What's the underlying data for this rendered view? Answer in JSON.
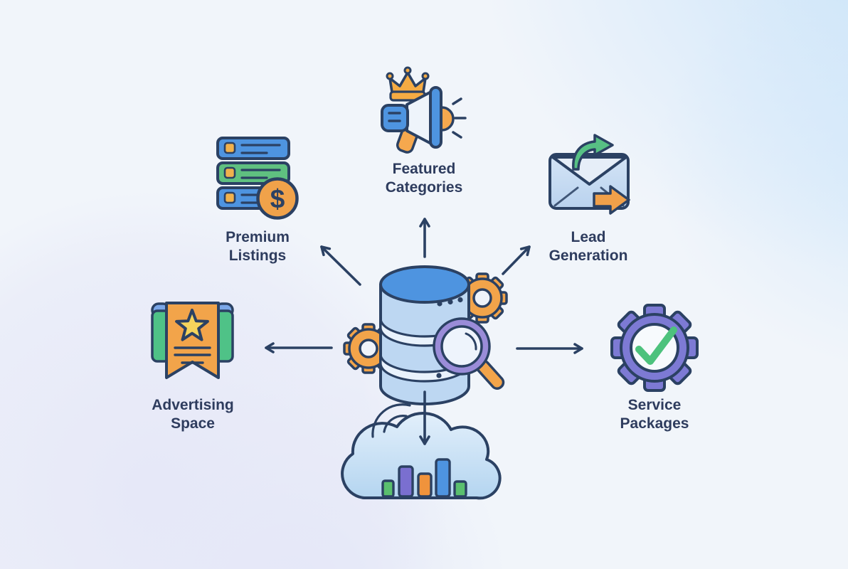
{
  "diagram_type": "hub-and-spoke infographic",
  "center_node": {
    "icon": "database-gears-magnifier-icon"
  },
  "output_node": {
    "icon": "cloud-bar-chart-icon"
  },
  "nodes": [
    {
      "id": "featured-categories",
      "icon": "megaphone-crown-icon",
      "label": [
        "Featured",
        "Categories"
      ],
      "direction": "up"
    },
    {
      "id": "premium-listings",
      "icon": "server-list-dollar-icon",
      "label": [
        "Premium",
        "Listings"
      ],
      "direction": "up-left"
    },
    {
      "id": "lead-generation",
      "icon": "envelope-arrows-icon",
      "label": [
        "Lead",
        "Generation"
      ],
      "direction": "up-right"
    },
    {
      "id": "advertising-space",
      "icon": "ribbon-star-icon",
      "label": [
        "Advertising",
        "Space"
      ],
      "direction": "left"
    },
    {
      "id": "service-packages",
      "icon": "gear-checkmark-icon",
      "label": [
        "Service",
        "Packages"
      ],
      "direction": "right"
    }
  ],
  "icon_glyphs": {
    "dollar_sign": "$"
  },
  "colors": {
    "background": "#f1f5fa",
    "bg_blob_top_right": "#cbe4f9",
    "bg_blob_bottom_left": "#e6e8f8",
    "outline_navy": "#2b4163",
    "text_navy": "#2e3c5e",
    "blue": "#4e94e0",
    "light_blue": "#bdd7f2",
    "pale_blue": "#e9f2fc",
    "orange": "#f2a44a",
    "green": "#57c084",
    "gear_purple": "#7d7ad4",
    "magnifier_purple": "#9a8cd8",
    "star_yellow": "#f4d45c",
    "cap_blue": "#7ba7e8"
  }
}
